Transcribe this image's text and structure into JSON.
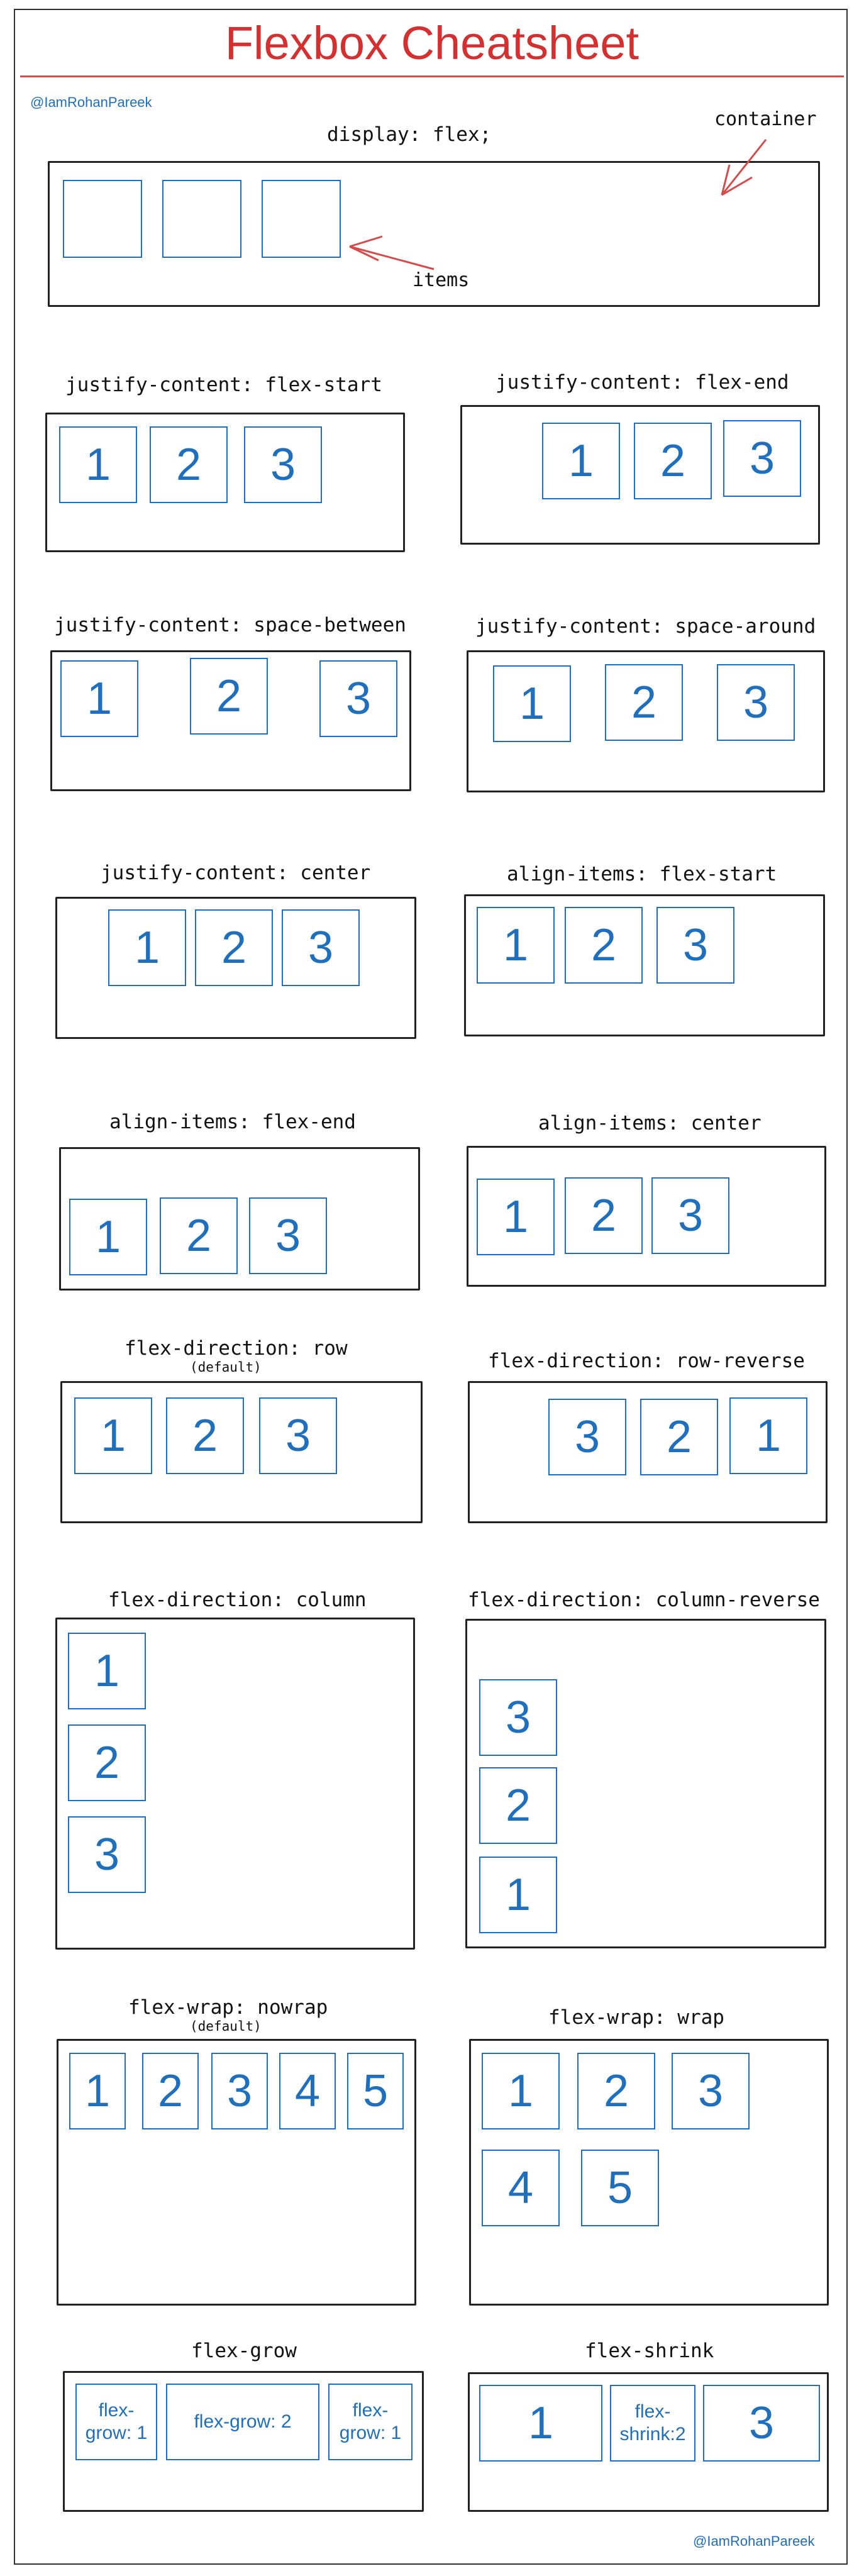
{
  "title": "Flexbox Cheatsheet",
  "handle_top": "@IamRohanPareek",
  "handle_bottom": "@IamRohanPareek",
  "colors": {
    "title": "#d62f2f",
    "item": "#1f6fbf",
    "arrow": "#d64a4a"
  },
  "intro": {
    "label": "display: flex;",
    "container_note": "container",
    "items_note": "items"
  },
  "sections": {
    "jc_start": {
      "label": "justify-content: flex-start",
      "items": [
        "1",
        "2",
        "3"
      ]
    },
    "jc_end": {
      "label": "justify-content: flex-end",
      "items": [
        "1",
        "2",
        "3"
      ]
    },
    "jc_between": {
      "label": "justify-content: space-between",
      "items": [
        "1",
        "2",
        "3"
      ]
    },
    "jc_around": {
      "label": "justify-content: space-around",
      "items": [
        "1",
        "2",
        "3"
      ]
    },
    "jc_center": {
      "label": "justify-content: center",
      "items": [
        "1",
        "2",
        "3"
      ]
    },
    "ai_start": {
      "label": "align-items: flex-start",
      "items": [
        "1",
        "2",
        "3"
      ]
    },
    "ai_end": {
      "label": "align-items: flex-end",
      "items": [
        "1",
        "2",
        "3"
      ]
    },
    "ai_center": {
      "label": "align-items: center",
      "items": [
        "1",
        "2",
        "3"
      ]
    },
    "fd_row": {
      "label": "flex-direction: row",
      "note": "(default)",
      "items": [
        "1",
        "2",
        "3"
      ]
    },
    "fd_row_rev": {
      "label": "flex-direction: row-reverse",
      "items": [
        "3",
        "2",
        "1"
      ]
    },
    "fd_col": {
      "label": "flex-direction: column",
      "items": [
        "1",
        "2",
        "3"
      ]
    },
    "fd_col_rev": {
      "label": "flex-direction: column-reverse",
      "items": [
        "3",
        "2",
        "1"
      ]
    },
    "fw_nowrap": {
      "label": "flex-wrap: nowrap",
      "note": "(default)",
      "items": [
        "1",
        "2",
        "3",
        "4",
        "5"
      ]
    },
    "fw_wrap": {
      "label": "flex-wrap: wrap",
      "items": [
        "1",
        "2",
        "3",
        "4",
        "5"
      ]
    },
    "fgrow": {
      "label": "flex-grow",
      "items": [
        "flex-grow: 1",
        "flex-grow: 2",
        "flex-grow: 1"
      ]
    },
    "fshrink": {
      "label": "flex-shrink",
      "items": [
        "1",
        "flex-shrink:2",
        "3"
      ]
    }
  }
}
